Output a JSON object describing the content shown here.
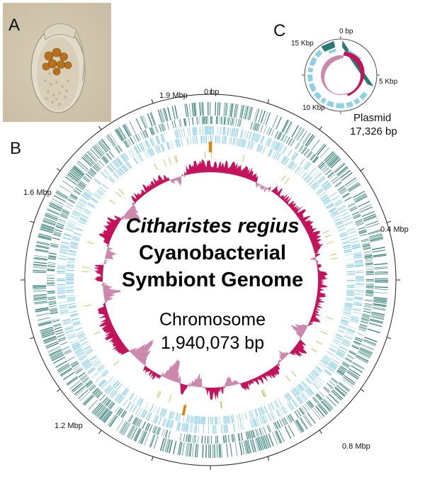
{
  "panels": {
    "a": "A",
    "b": "B",
    "c": "C"
  },
  "colors": {
    "cds_dark": "#2a7a72",
    "cds_light": "#8fd0e6",
    "gc_positive": "#c4135b",
    "gc_negative": "#cc89ad",
    "rna_green": "#8fbf2e",
    "rrna_orange": "#d9860f",
    "ring": "#222222"
  },
  "chromosome": {
    "title_italic": "Citharistes regius",
    "title_line2": "Cyanobacterial",
    "title_line3": "Symbiont Genome",
    "name": "Chromosome",
    "size": "1,940,073 bp",
    "tick_labels": {
      "zero": "0 bp",
      "t19": "1.9 Mbp",
      "t16": "1.6 Mbp",
      "t04": "0.4 Mbp",
      "t12": "1.2 Mbp",
      "t08": "0.8 Mbp"
    }
  },
  "plasmid": {
    "name": "Plasmid",
    "size": "17,326 bp",
    "tick_labels": {
      "zero": "0 bp",
      "t5": "5 Kbp",
      "t10": "10 Kbp",
      "t15": "15 Kbp"
    }
  }
}
